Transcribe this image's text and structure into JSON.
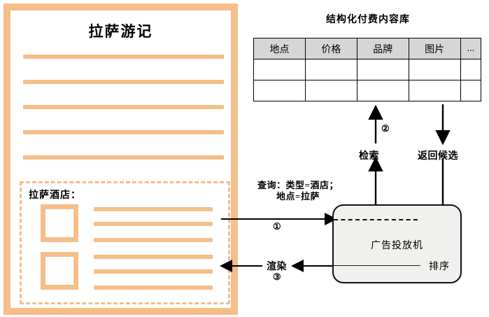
{
  "document_panel": {
    "title": "拉萨游记",
    "ruled_lines_count": 5,
    "highlight_group": {
      "label": "拉萨酒店：",
      "items": [
        {
          "thumbnail": "image-placeholder",
          "text_lines": 3
        },
        {
          "thumbnail": "image-placeholder",
          "text_lines": 3
        }
      ]
    }
  },
  "database": {
    "title": "结构化付费内容库",
    "columns": [
      "地点",
      "价格",
      "品牌",
      "图片",
      "..."
    ],
    "rows": [
      [
        "",
        "",
        "",
        "",
        ""
      ],
      [
        "",
        "",
        "",
        "",
        ""
      ]
    ]
  },
  "ad_server": {
    "label": "广告投放机",
    "sort_label": "排序"
  },
  "flow": {
    "query_label_line1": "查询：类型=酒店；",
    "query_label_line2": "地点=拉萨",
    "step1": "①",
    "retrieve_label": "检索",
    "step2": "②",
    "return_label": "返回候选",
    "render_label": "渲染",
    "step3": "③"
  },
  "colors": {
    "accent_orange": "#f5be8a",
    "table_header": "#d6d6d6",
    "box_fill": "#f0f0ee",
    "stroke": "#111111"
  }
}
